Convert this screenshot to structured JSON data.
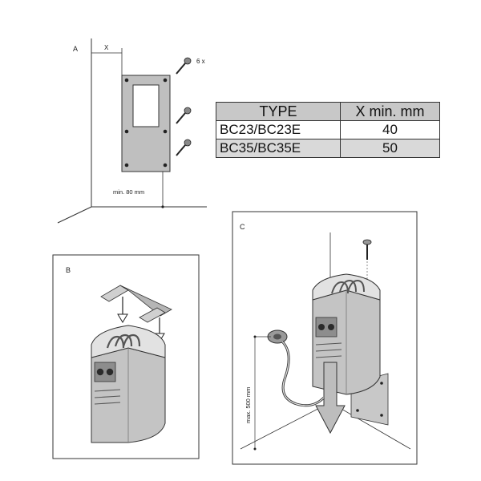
{
  "panel_a": {
    "label": "A",
    "x_label": "X",
    "count_label": "6 x",
    "min_label": "min. 80 mm"
  },
  "table": {
    "header": [
      "TYPE",
      "X min. mm"
    ],
    "rows": [
      [
        "BC23/BC23E",
        "40"
      ],
      [
        "BC35/BC35E",
        "50"
      ]
    ]
  },
  "panel_b": {
    "label": "B"
  },
  "panel_c": {
    "label": "C",
    "max_label": "max. 500 mm"
  }
}
